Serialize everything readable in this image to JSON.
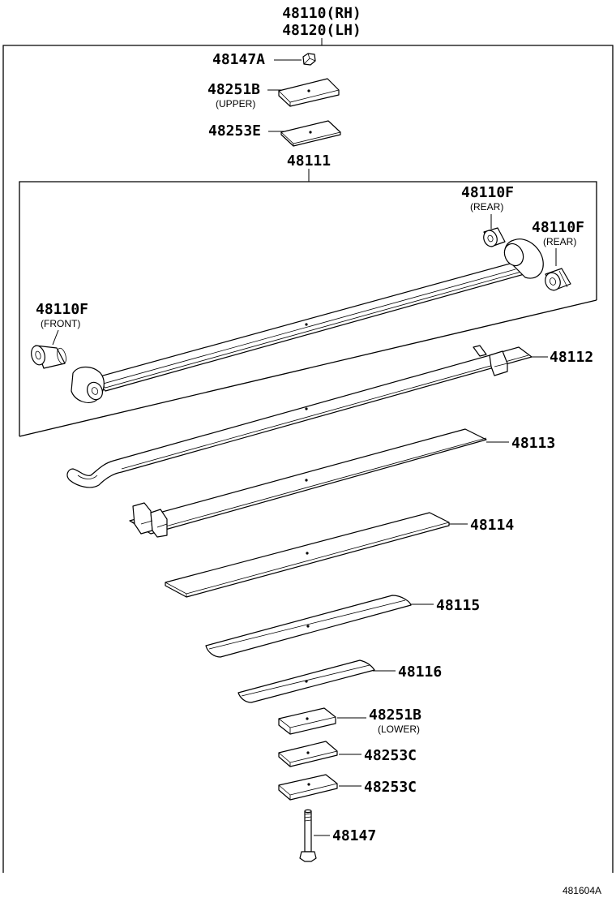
{
  "assembly": {
    "rh": "48110(RH)",
    "lh": "48120(LH)"
  },
  "parts": {
    "p48147A": {
      "label": "48147A"
    },
    "p48251B_upper": {
      "label": "48251B",
      "sub": "(UPPER)"
    },
    "p48253E": {
      "label": "48253E"
    },
    "p48111": {
      "label": "48111"
    },
    "p48110F_rear1": {
      "label": "48110F",
      "sub": "(REAR)"
    },
    "p48110F_rear2": {
      "label": "48110F",
      "sub": "(REAR)"
    },
    "p48110F_front": {
      "label": "48110F",
      "sub": "(FRONT)"
    },
    "p48112": {
      "label": "48112"
    },
    "p48113": {
      "label": "48113"
    },
    "p48114": {
      "label": "48114"
    },
    "p48115": {
      "label": "48115"
    },
    "p48116": {
      "label": "48116"
    },
    "p48251B_lower": {
      "label": "48251B",
      "sub": "(LOWER)"
    },
    "p48253C_1": {
      "label": "48253C"
    },
    "p48253C_2": {
      "label": "48253C"
    },
    "p48147": {
      "label": "48147"
    }
  },
  "figure_code": "481604A"
}
